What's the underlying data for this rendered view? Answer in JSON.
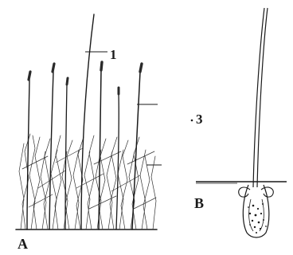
{
  "labels": {
    "one": "1",
    "three": "3",
    "panel_a": "A",
    "panel_b": "B"
  },
  "colors": {
    "ink": "#1a1a1a",
    "dark_hair": "#2a2a2a",
    "background": "#ffffff"
  }
}
